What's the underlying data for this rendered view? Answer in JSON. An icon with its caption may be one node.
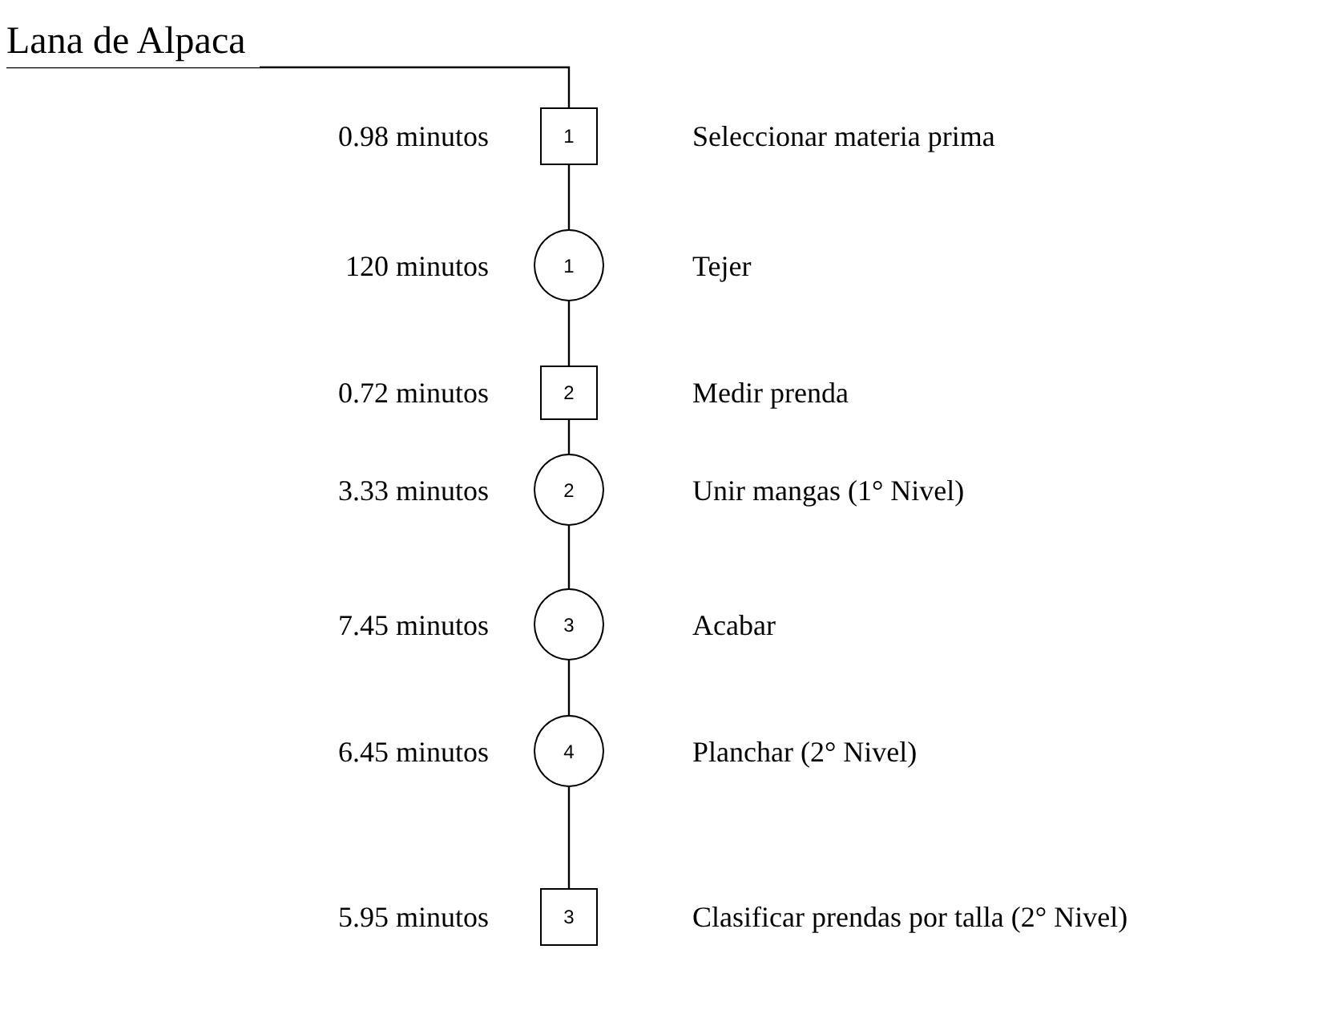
{
  "diagram": {
    "nodes": [
      {
        "text": [
          "Lana de Alpaca"
        ]
      },
      {
        "text": [
          "1"
        ],
        "beside": [
          "0.98 minutos",
          "Seleccionar materia prima"
        ]
      },
      {
        "text": [
          "1"
        ],
        "beside": [
          "120 minutos",
          "Tejer"
        ]
      },
      {
        "text": [
          "2"
        ],
        "beside": [
          "0.72 minutos",
          "Medir prenda"
        ]
      },
      {
        "text": [
          "2"
        ],
        "beside": [
          "3.33 minutos",
          "Unir mangas (1° Nivel)"
        ]
      },
      {
        "text": [
          "3"
        ],
        "beside": [
          "7.45 minutos",
          "Acabar"
        ]
      },
      {
        "text": [
          "4"
        ],
        "beside": [
          "6.45 minutos",
          "Planchar (2° Nivel)"
        ]
      },
      {
        "text": [
          "3"
        ],
        "beside": [
          "5.95 minutos",
          "Clasificar prendas por talla (2° Nivel)"
        ]
      }
    ],
    "edges": [
      {
        "from": 0,
        "to": 1,
        "arrow": "none"
      },
      {
        "from": 1,
        "to": 2,
        "arrow": "none"
      },
      {
        "from": 2,
        "to": 3,
        "arrow": "none"
      },
      {
        "from": 3,
        "to": 4,
        "arrow": "none"
      },
      {
        "from": 4,
        "to": 5,
        "arrow": "none"
      },
      {
        "from": 5,
        "to": 6,
        "arrow": "none"
      },
      {
        "from": 6,
        "to": 7,
        "arrow": "none"
      }
    ]
  }
}
